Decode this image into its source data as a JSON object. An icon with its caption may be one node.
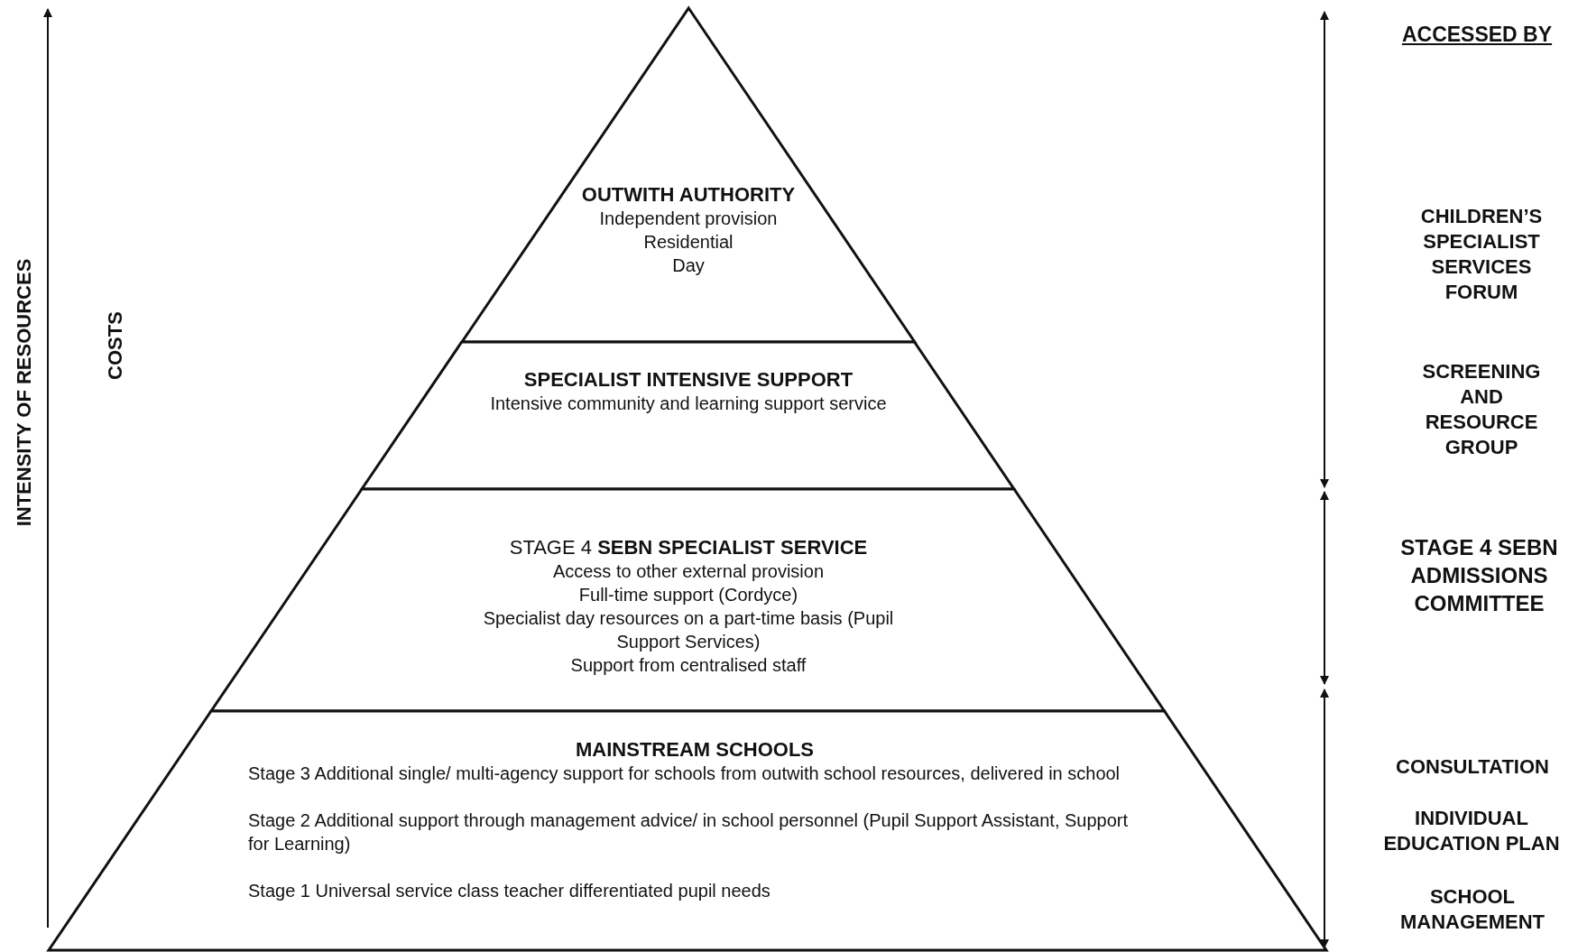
{
  "diagram": {
    "nodes": [
      {
        "text": [
          "OUTWITH AUTHORITY",
          "Independent provision",
          "Residential",
          "Day"
        ]
      },
      {
        "text": [
          "SPECIALIST INTENSIVE SUPPORT",
          "Intensive community and learning support service"
        ]
      },
      {
        "text": [
          "STAGE 4 **SEBN SPECIALIST SERVICE**",
          "Access to other external provision",
          "Full-time support (Cordyce)",
          "Specialist day resources on a part-time basis (Pupil Support Services)",
          "Support from centralised staff"
        ]
      },
      {
        "text": [
          "MAINSTREAM SCHOOLS",
          "Stage 3 Additional single/ multi-agency support for schools from outwith school resources, delivered in school",
          "Stage 2 Additional support through management advice/ in school personnel (Pupil Support Assistant, Support for Learning)",
          "Stage 1 Universal service class teacher differentiated pupil needs"
        ]
      }
    ],
    "edges": [],
    "labels": [
      "INTENSITY OF RESOURCES",
      "COSTS",
      "ACCESSED BY",
      "CHILDREN’S SPECIALIST SERVICES FORUM",
      "SCREENING AND RESOURCE GROUP",
      "STAGE 4 SEBN ADMISSIONS COMMITTEE",
      "CONSULTATION",
      "INDIVIDUAL EDUCATION PLAN",
      "SCHOOL MANAGEMENT"
    ]
  }
}
